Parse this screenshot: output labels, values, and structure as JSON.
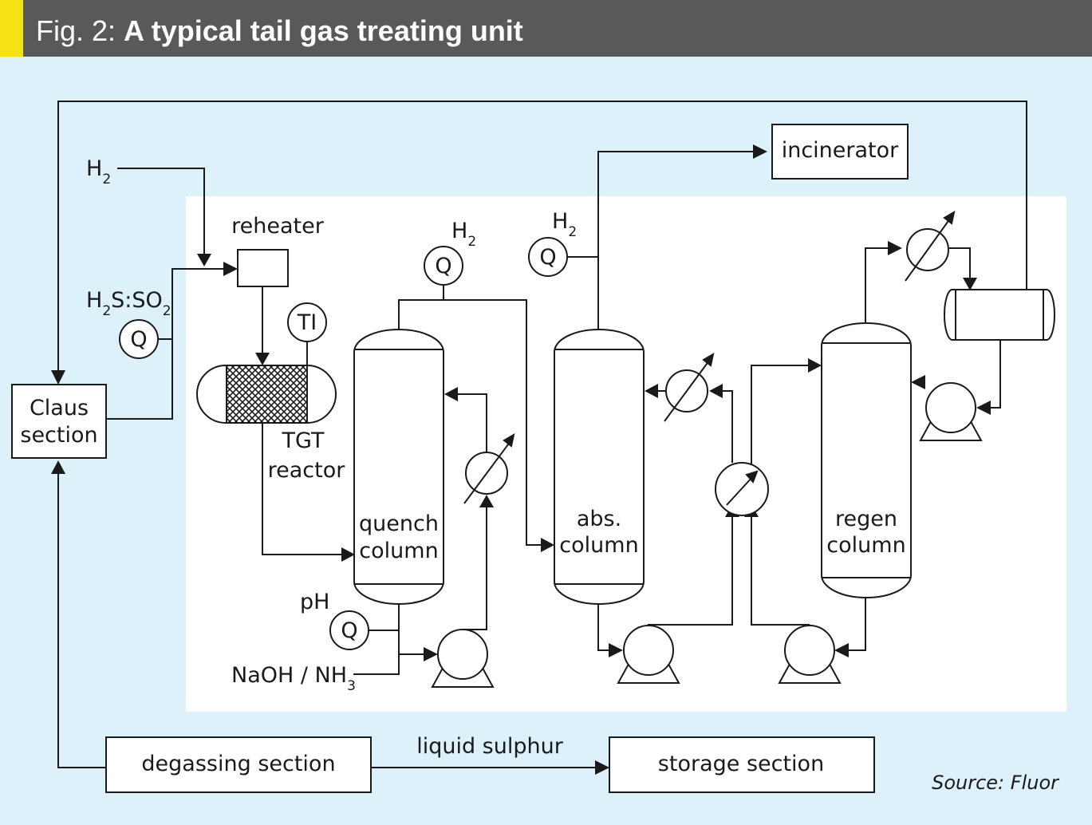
{
  "header": {
    "prefix": "Fig. 2:",
    "title": "A typical tail gas treating unit",
    "accent_color": "#f6e316",
    "bar_color": "#58595b"
  },
  "background_color": "#ddf1fa",
  "source": "Source: Fluor",
  "labels": {
    "h2_main": "H",
    "h2_sub": "2",
    "reheater": "reheater",
    "ratio_main": "H",
    "ratio_sub1": "2",
    "ratio_mid": "S:SO",
    "ratio_sub2": "2",
    "q": "Q",
    "ti": "TI",
    "tgt_line1": "TGT",
    "tgt_line2": "reactor",
    "ph": "pH",
    "naoh_main": "NaOH / NH",
    "naoh_sub": "3",
    "quench_line1": "quench",
    "quench_line2": "column",
    "abs_line1": "abs.",
    "abs_line2": "column",
    "regen_line1": "regen",
    "regen_line2": "column",
    "claus_line1": "Claus",
    "claus_line2": "section",
    "incinerator": "incinerator",
    "degassing": "degassing section",
    "liquid_sulphur": "liquid sulphur",
    "storage": "storage section"
  }
}
